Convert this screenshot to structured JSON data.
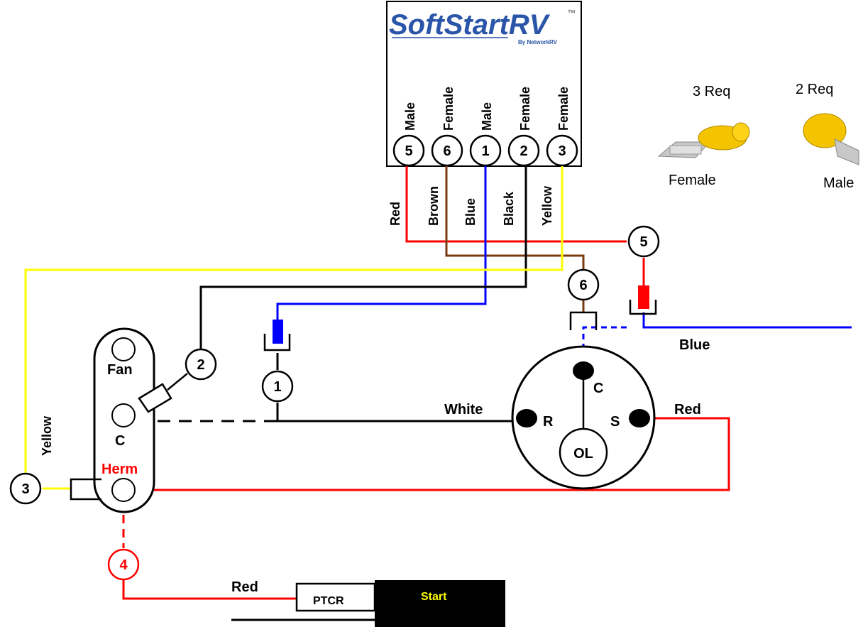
{
  "logo": {
    "brand": "SoftStartRV",
    "trademark": "™",
    "byline": "By NetworkRV"
  },
  "terminals": [
    {
      "num": "5",
      "gender": "Male"
    },
    {
      "num": "6",
      "gender": "Female"
    },
    {
      "num": "1",
      "gender": "Male"
    },
    {
      "num": "2",
      "gender": "Female"
    },
    {
      "num": "3",
      "gender": "Female"
    }
  ],
  "wires": {
    "red": "Red",
    "brown": "Brown",
    "blue": "Blue",
    "black": "Black",
    "yellow": "Yellow",
    "white": "White"
  },
  "connectors": {
    "female": {
      "req": "3 Req",
      "label": "Female"
    },
    "male": {
      "req": "2 Req",
      "label": "Male"
    }
  },
  "nodes": {
    "n1": "1",
    "n2": "2",
    "n3": "3",
    "n4": "4",
    "n5": "5",
    "n6": "6"
  },
  "capacitor": {
    "fan": "Fan",
    "c": "C",
    "herm": "Herm"
  },
  "compressor": {
    "c": "C",
    "r": "R",
    "s": "S",
    "ol": "OL"
  },
  "start": {
    "ptcr": "PTCR",
    "start": "Start"
  },
  "colors": {
    "red": "#ff0000",
    "blue": "#0000ff",
    "brown": "#7a3b10",
    "black": "#000000",
    "yellow": "#ffff00",
    "logo_blue": "#2a55a8",
    "logo_red": "#ff0000",
    "start_text": "#ffff00"
  }
}
